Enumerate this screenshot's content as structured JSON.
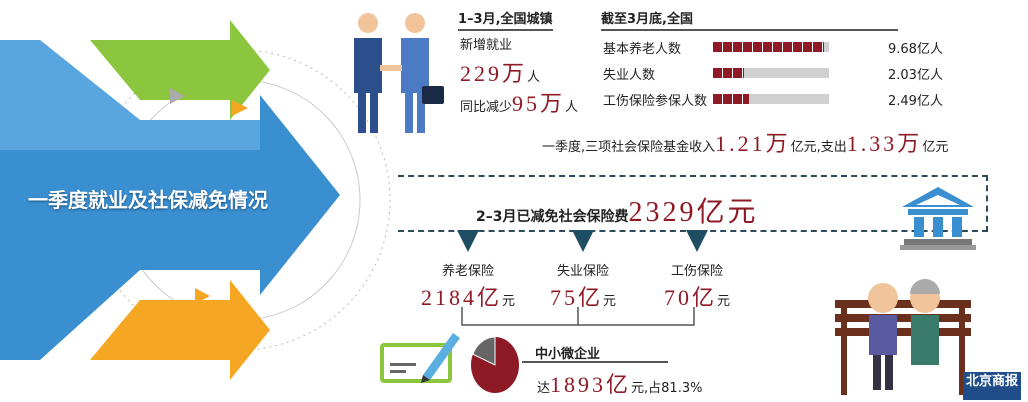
{
  "title": "一季度就业及社保减免情况",
  "employment": {
    "header": "1–3月,全国城镇",
    "new_jobs_label": "新增就业",
    "new_jobs_value": "229万",
    "new_jobs_unit": "人",
    "yoy_label": "同比减少",
    "yoy_value": "95万",
    "yoy_unit": "人"
  },
  "insurance": {
    "header": "截至3月底,全国",
    "rows": [
      {
        "label": "基本养老人数",
        "value": "9.68亿人",
        "fill_percent": 96
      },
      {
        "label": "失业人数",
        "value": "2.03亿人",
        "fill_percent": 27
      },
      {
        "label": "工伤保险参保人数",
        "value": "2.49亿人",
        "fill_percent": 31
      }
    ]
  },
  "fund": {
    "prefix": "一季度,三项社会保险基金收入",
    "income": "1.21万",
    "mid": "亿元,支出",
    "expense": "1.33万",
    "suffix": "亿元"
  },
  "reduction": {
    "label": "2–3月已减免社会保险费",
    "value": "2329亿元",
    "items": [
      {
        "label": "养老保险",
        "value": "2184亿",
        "unit": "元"
      },
      {
        "label": "失业保险",
        "value": "75亿",
        "unit": "元"
      },
      {
        "label": "工伤保险",
        "value": "70亿",
        "unit": "元"
      }
    ],
    "sme": {
      "label": "中小微企业",
      "prefix": "达",
      "value": "1893亿",
      "suffix": "元,占81.3%",
      "share_percent": 81.3
    }
  },
  "logo": "北京商报",
  "colors": {
    "accent": "#8e1a26",
    "navy": "#1f4d63",
    "blue": "#3a8fd0",
    "green": "#8cc63f",
    "orange": "#f5a623"
  }
}
